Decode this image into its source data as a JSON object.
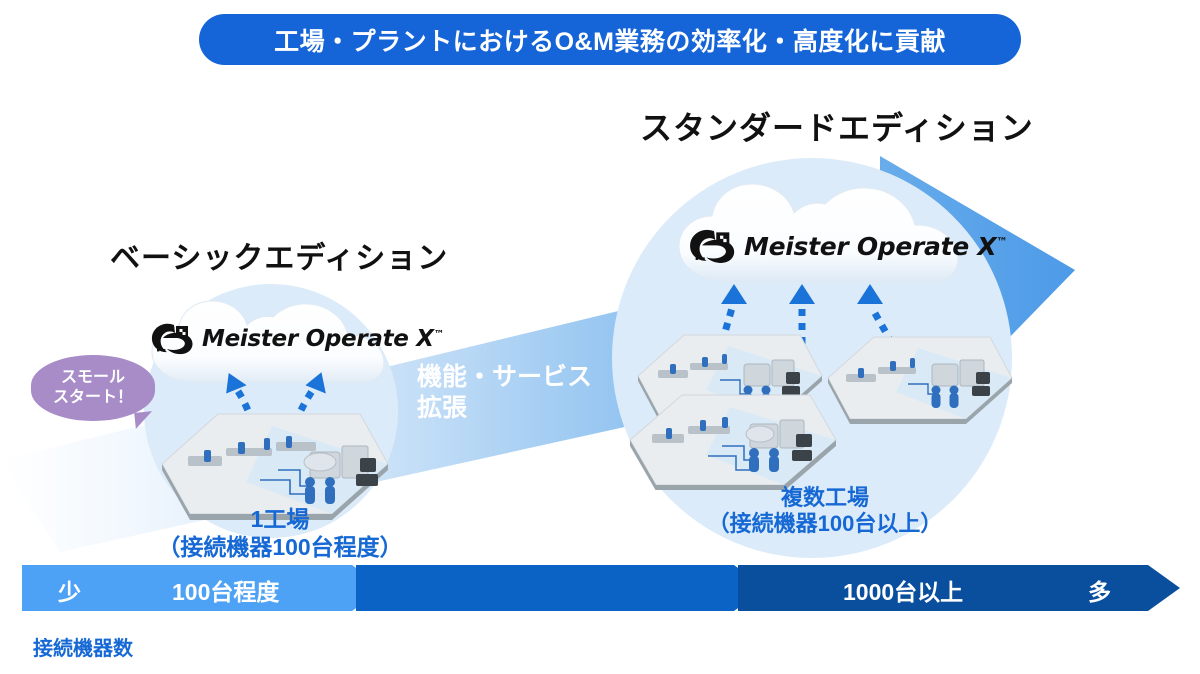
{
  "title_banner": {
    "text": "工場・プラントにおけるO&M業務の効率化・高度化に貢献",
    "background": "#1565d8",
    "text_color": "#ffffff"
  },
  "editions": {
    "basic": {
      "heading": "ベーシックエディション",
      "product_logo": "Meister Operate X",
      "product_logo_tm": "™",
      "caption_line1": "1工場",
      "caption_line2": "（接続機器100台程度）",
      "caption_color": "#1669d4"
    },
    "standard": {
      "heading": "スタンダードエディション",
      "product_logo": "Meister Operate X",
      "product_logo_tm": "™",
      "caption_line1": "複数工場",
      "caption_line2": "（接続機器100台以上）",
      "caption_color": "#1669d4"
    }
  },
  "callout": {
    "line1": "スモール",
    "line2": "スタート！",
    "background": "#a78cc8",
    "text_color": "#ffffff"
  },
  "expansion": {
    "line1": "機能・サービス",
    "line2": "拡張",
    "text_color": "#ffffff"
  },
  "scale": {
    "axis_label": "接続機器数",
    "axis_label_color": "#1669d4",
    "segments": [
      {
        "left_label": "少",
        "value_label": "100台程度",
        "color": "#4da2f5"
      },
      {
        "value_label": "",
        "color": "#0b63c5"
      },
      {
        "value_label": "1000台以上",
        "right_label": "多",
        "color": "#0a4f9e"
      }
    ],
    "low_label": "少",
    "low_value": "100台程度",
    "high_value": "1000台以上",
    "high_label": "多"
  },
  "graphics": {
    "growth_arrow_color_start": "#f4f9fe",
    "growth_arrow_color_end": "#4d9ae8",
    "halo_color": "#dcebf9",
    "cloud_color": "#ffffff",
    "dotted_arrow_color": "#1a73d8",
    "factory_base_color": "#e9edf0"
  }
}
